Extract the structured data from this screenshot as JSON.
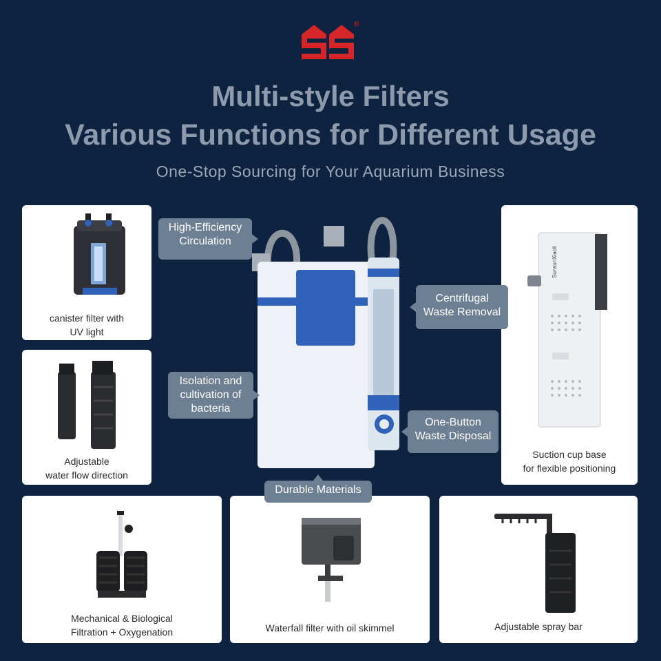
{
  "brand": {
    "logo_mark": "SS",
    "registered": "®",
    "logo_color": "#d8252a"
  },
  "heading": {
    "line1": "Multi-style Filters",
    "line2": "Various Functions for Different Usage",
    "subtitle": "One-Stop Sourcing for Your Aquarium Business"
  },
  "callouts": {
    "circulation": "High-Efficiency Circulation",
    "centrifugal": "Centrifugal Waste Removal",
    "isolation": "Isolation and cultivation of bacteria",
    "one_button": "One-Button Waste Disposal",
    "durable": "Durable Materials"
  },
  "products": [
    {
      "id": "canister",
      "caption_lines": [
        "canister filter with",
        "UV light"
      ]
    },
    {
      "id": "internal",
      "caption_lines": [
        "Adjustable",
        "water flow direction"
      ]
    },
    {
      "id": "suction",
      "caption_lines": [
        "Suction cup base",
        "for flexible positioning"
      ]
    },
    {
      "id": "sponge",
      "caption_lines": [
        "Mechanical & Biological",
        "Filtration + Oxygenation"
      ]
    },
    {
      "id": "waterfall",
      "caption_lines": [
        "Waterfall filter with oil skimmel"
      ]
    },
    {
      "id": "spraybar",
      "caption_lines": [
        "Adjustable spray bar"
      ]
    }
  ],
  "product_text": {
    "suction_brand": "SunsunXiaoli"
  },
  "colors": {
    "background": "#0e2340",
    "title": "#8c9aab",
    "callout": "#6c7f93",
    "accent_blue": "#2f62b8"
  }
}
